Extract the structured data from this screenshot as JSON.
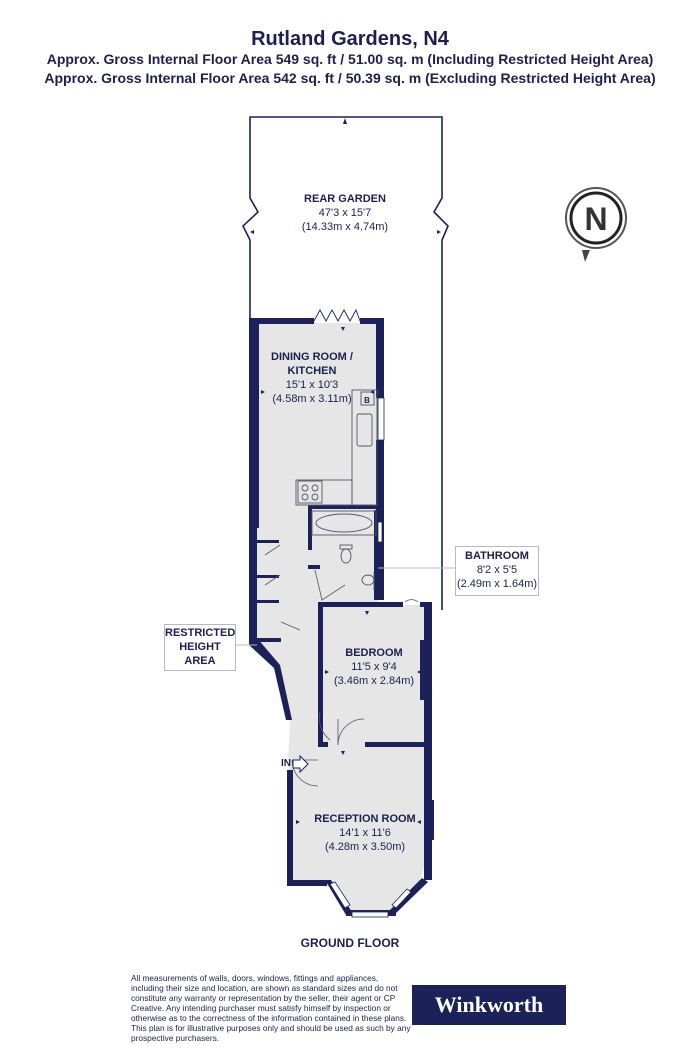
{
  "header": {
    "title": "Rutland Gardens, N4",
    "area_including": "Approx. Gross Internal Floor Area 549 sq. ft / 51.00 sq. m (Including Restricted Height Area)",
    "area_excluding": "Approx. Gross Internal Floor Area 542 sq. ft / 50.39 sq. m (Excluding Restricted Height Area)"
  },
  "rooms": {
    "rear_garden": {
      "name": "REAR GARDEN",
      "imperial": "47'3 x 15'7",
      "metric": "(14.33m x 4.74m)"
    },
    "dining_kitchen": {
      "name_line1": "DINING ROOM /",
      "name_line2": "KITCHEN",
      "imperial": "15'1 x 10'3",
      "metric": "(4.58m x 3.11m)"
    },
    "bathroom": {
      "name": "BATHROOM",
      "imperial": "8'2 x 5'5",
      "metric": "(2.49m x 1.64m)"
    },
    "restricted": {
      "line1": "RESTRICTED",
      "line2": "HEIGHT",
      "line3": "AREA"
    },
    "bedroom": {
      "name": "BEDROOM",
      "imperial": "11'5 x 9'4",
      "metric": "(3.46m x 2.84m)"
    },
    "reception": {
      "name": "RECEPTION ROOM",
      "imperial": "14'1 x 11'6",
      "metric": "(4.28m x 3.50m)"
    }
  },
  "entrance_label": "IN",
  "boiler_label": "B",
  "compass_letter": "N",
  "floor_label": "GROUND FLOOR",
  "disclaimer": "All measurements of walls, doors, windows, fittings and appliances, including their size and location, are shown as standard sizes and do not constitute any warranty or representation by the seller, their agent or CP Creative. Any intending purchaser must satisfy himself by inspection or otherwise as to the correctness of the information contained in these plans. This plan is for illustrative purposes only and should be used as such by any prospective purchasers.",
  "brand": "Winkworth",
  "colors": {
    "wall": "#1c2259",
    "floor": "#e6e6e6",
    "text": "#1e1e50",
    "brand_bg": "#1c2259"
  }
}
